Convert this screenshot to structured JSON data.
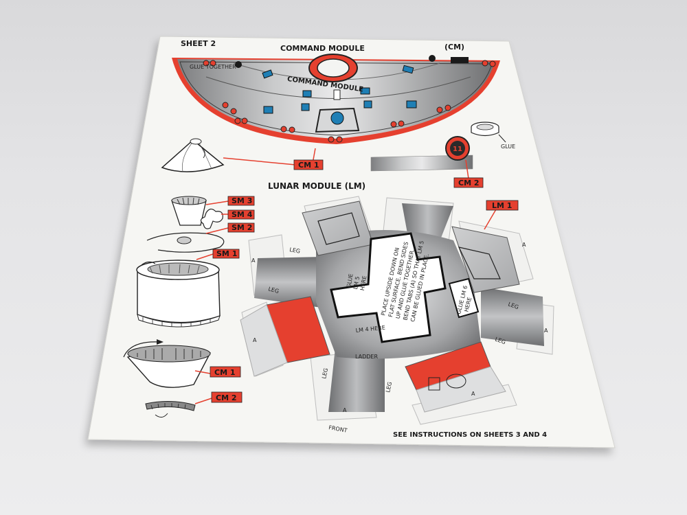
{
  "sheet": {
    "sheet_label": "SHEET 2",
    "cm_title": "COMMAND MODULE",
    "cm_abbr": "(CM)",
    "glue_together": "GLUE TOGETHER",
    "cm_curve_text": "COMMAND MODULE",
    "glue_label": "GLUE",
    "lm_title": "LUNAR MODULE (LM)",
    "footer": "SEE INSTRUCTIONS ON SHEETS 3 AND 4"
  },
  "tags": {
    "cm1_top": "CM 1",
    "cm2_top": "CM 2",
    "lm1": "LM 1",
    "sm3": "SM 3",
    "sm4": "SM 4",
    "sm2": "SM 2",
    "sm1": "SM 1",
    "cm1_bottom": "CM 1",
    "cm2_bottom": "CM 2"
  },
  "lm_cutout": {
    "instructions": [
      "PLACE UPSIDE DOWN ON",
      "FLAT SURFACE. BEND SIDES",
      "UP AND GLUE TOGETHER.",
      "BEND TABS (A) SO THAT LM 5",
      "CAN BE GLUED IN PLACE."
    ],
    "glue_lm5": [
      "GLUE",
      "LM 5",
      "HERE"
    ],
    "glue_lm6": [
      "GLUE LM 6",
      "HERE"
    ],
    "lm4_here": "LM 4 HERE",
    "ladder": "LADDER",
    "front": "FRONT",
    "leg": "LEG",
    "tab_a": "A",
    "cm2_dial": "11"
  },
  "colors": {
    "accent_red": "#e5402f",
    "paper": "#f6f6f3",
    "metal_gray": "#9a9b9d",
    "window_blue": "#1f7fb5"
  }
}
